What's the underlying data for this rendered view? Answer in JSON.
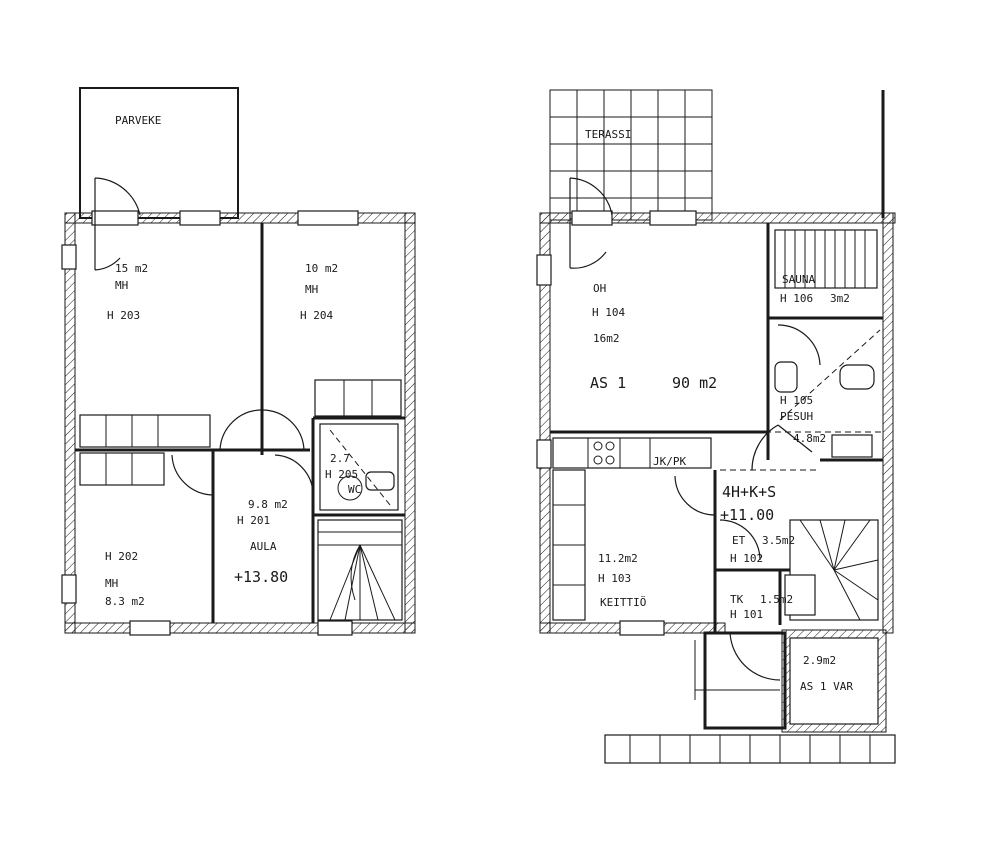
{
  "upper_floor": {
    "balcony": "PARVEKE",
    "room_203": {
      "area": "15 m2",
      "type": "MH",
      "code": "H 203"
    },
    "room_204": {
      "area": "10 m2",
      "type": "MH",
      "code": "H 204"
    },
    "room_202": {
      "code": "H 202",
      "type": "MH",
      "area": "8.3 m2"
    },
    "room_201": {
      "area": "9.8 m2",
      "code": "H 201",
      "name": "AULA",
      "level": "+13.80"
    },
    "room_205": {
      "area": "2.7",
      "code": "H 205",
      "name": "WC"
    }
  },
  "lower_floor": {
    "terrace": "TERASSI",
    "room_104": {
      "name": "OH",
      "code": "H 104",
      "area": "16m2"
    },
    "apartment": {
      "name": "AS 1",
      "area": "90 m2"
    },
    "sauna": {
      "name": "SAUNA",
      "code": "H 106",
      "area": "3m2"
    },
    "room_105": {
      "code": "H 105",
      "name": "PESUH",
      "area": "4.8m2"
    },
    "room_103": {
      "area": "11.2m2",
      "code": "H 103",
      "name": "KEITTIÖ"
    },
    "type_label": "4H+K+S",
    "level": "+11.00",
    "room_102": {
      "name": "ET",
      "area": "3.5m2",
      "code": "H 102"
    },
    "room_101": {
      "name": "TK",
      "area": "1.5m2",
      "code": "H 101"
    },
    "storage": {
      "area": "2.9m2",
      "name": "AS 1 VAR"
    },
    "appliance_label": "JK/PK"
  }
}
